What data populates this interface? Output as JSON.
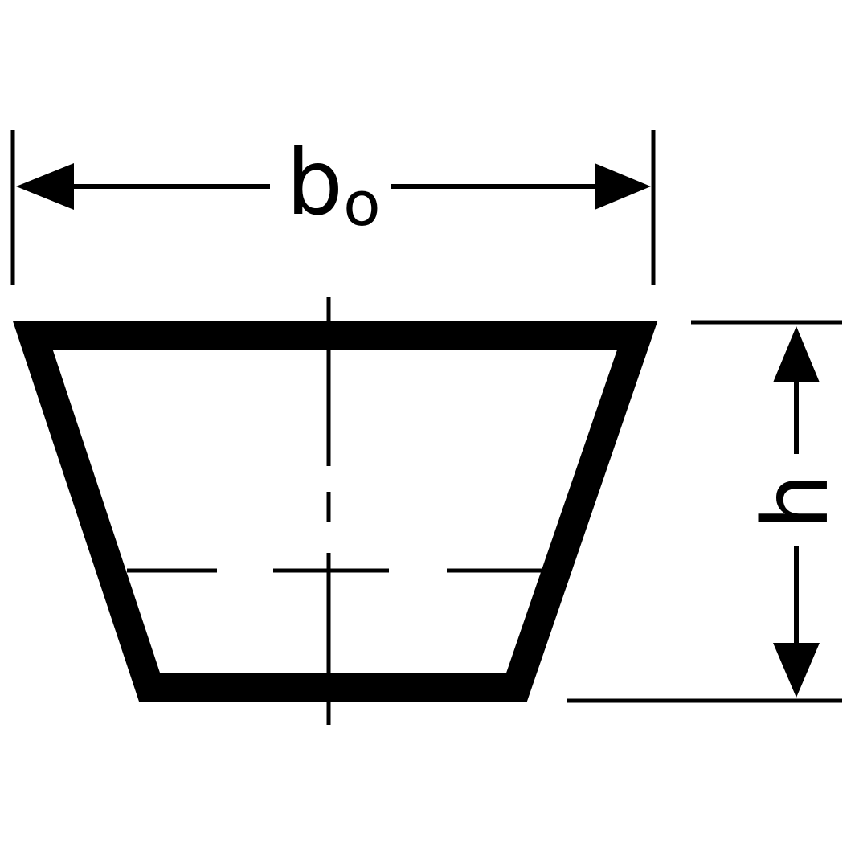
{
  "diagram": {
    "width_label": {
      "main": "b",
      "subscript": "o"
    },
    "height_label": "h",
    "colors": {
      "stroke": "#000000",
      "background": "#ffffff"
    }
  }
}
